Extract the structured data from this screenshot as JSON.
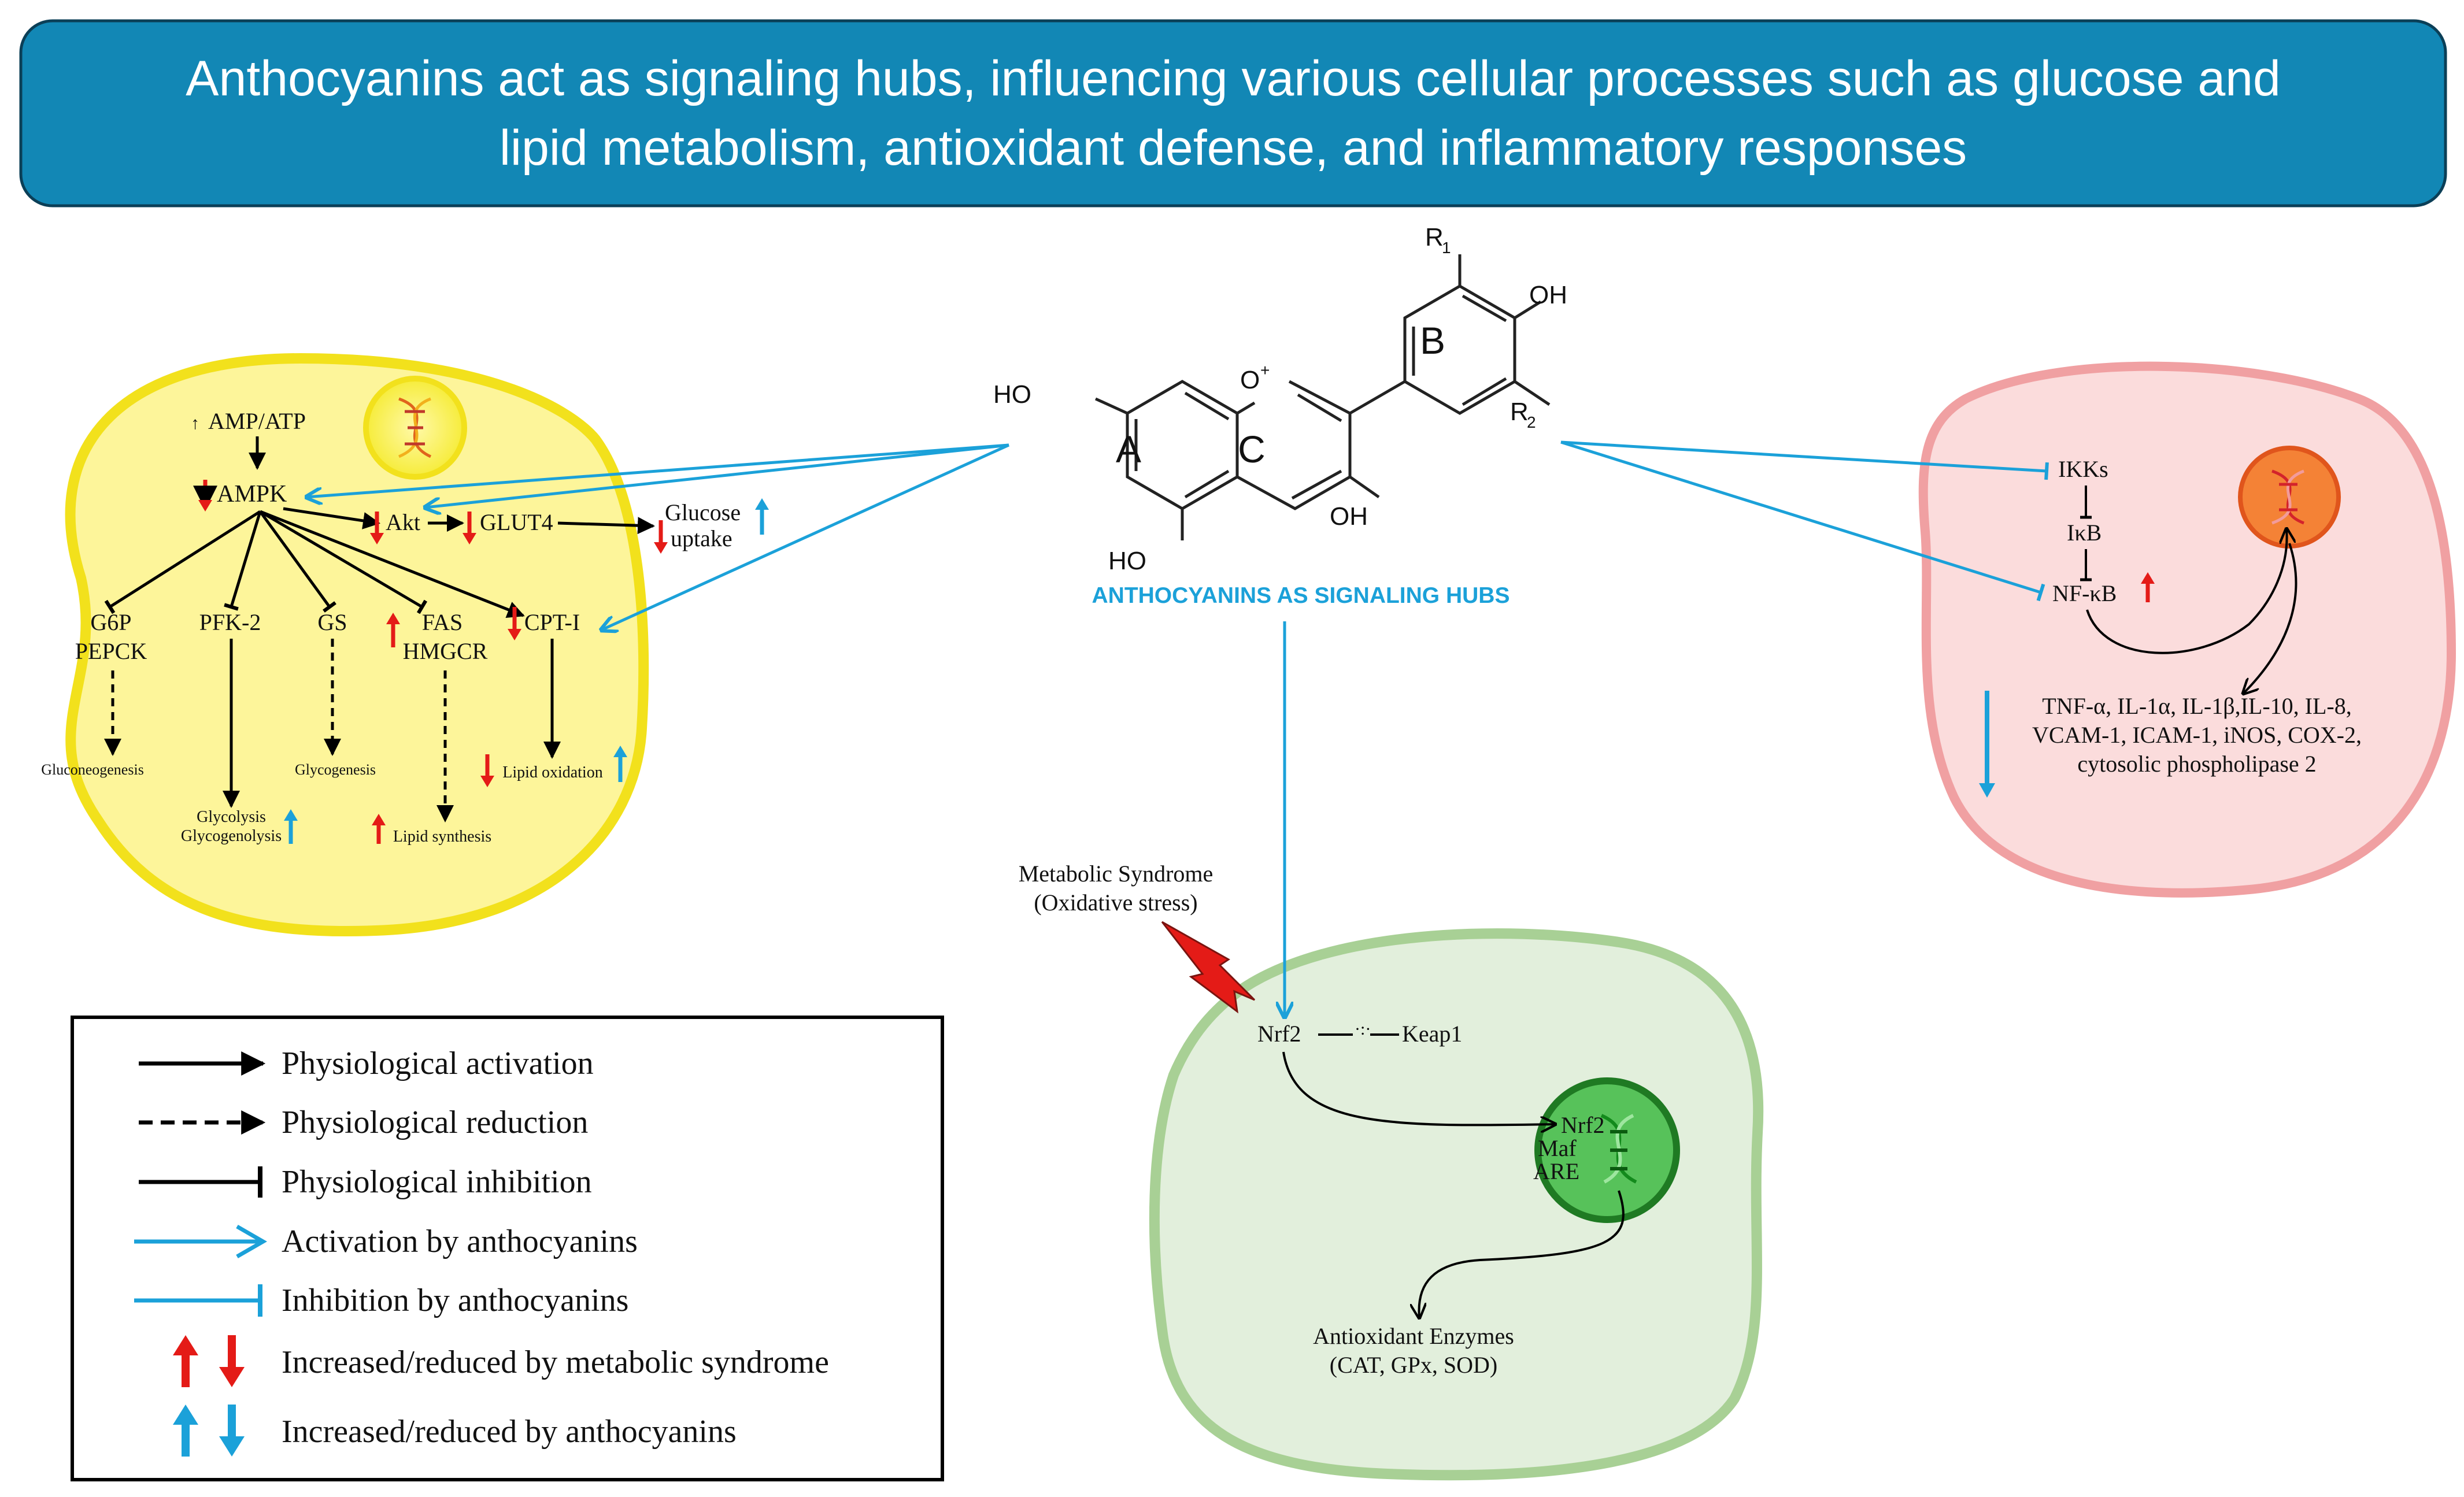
{
  "title": {
    "line1": "Anthocyanins act as signaling hubs, influencing various cellular processes such as glucose and",
    "line2": "lipid metabolism, antioxidant defense, and inflammatory responses"
  },
  "molecule": {
    "r1": "R",
    "r1_sub": "1",
    "r2": "R",
    "r2_sub": "2",
    "ring_a": "A",
    "ring_b": "B",
    "ring_c": "C",
    "oxonium": "O",
    "oxonium_charge": "+",
    "oh_b": "OH",
    "oh_c": "OH",
    "ho_a7": "HO",
    "ho_a5": "HO",
    "hub_label": "ANTHOCYANINS AS SIGNALING HUBS"
  },
  "yellow_cell": {
    "amp_atp": "AMP/ATP",
    "amp_atp_arrow": "↑",
    "ampk": "AMPK",
    "akt": "Akt",
    "glut4": "GLUT4",
    "glucose": "Glucose",
    "uptake": "uptake",
    "g6p": "G6P",
    "pepck": "PEPCK",
    "pfk2": "PFK-2",
    "gs": "GS",
    "fas": "FAS",
    "hmgcr": "HMGCR",
    "cpt1": "CPT-I",
    "gluconeogenesis": "Gluconeogenesis",
    "glycolysis": "Glycolysis",
    "glycogenolysis": "Glycogenolysis",
    "glycogenesis": "Glycogenesis",
    "lipid_synthesis": "Lipid synthesis",
    "lipid_oxidation": "Lipid oxidation"
  },
  "red_cell": {
    "ikks": "IKKs",
    "ikb": "IκB",
    "nfkb": "NF-κB",
    "cytokines_line1": "TNF-α, IL-1α, IL-1β,IL-10, IL-8,",
    "cytokines_line2": "VCAM-1, ICAM-1, iNOS, COX-2,",
    "cytokines_line3": "cytosolic phospholipase 2"
  },
  "green_cell": {
    "stress_line1": "Metabolic Syndrome",
    "stress_line2": "(Oxidative stress)",
    "nrf2": "Nrf2",
    "keap1": "Keap1",
    "nucleus_nrf2": "Nrf2",
    "nucleus_maf": "Maf",
    "nucleus_are": "ARE",
    "enzymes_line1": "Antioxidant Enzymes",
    "enzymes_line2": "(CAT, GPx, SOD)"
  },
  "legend": {
    "items": [
      {
        "label": "Physiological activation"
      },
      {
        "label": "Physiological reduction"
      },
      {
        "label": "Physiological inhibition"
      },
      {
        "label": "Activation by anthocyanins"
      },
      {
        "label": "Inhibition by anthocyanins"
      },
      {
        "label": "Increased/reduced by metabolic syndrome"
      },
      {
        "label": "Increased/reduced by anthocyanins"
      }
    ]
  },
  "colors": {
    "title_bg": "#1287B5",
    "anthocyanin_blue": "#1BA1D9",
    "metabolic_red": "#E41B17",
    "yellow_cell": "#FDF59A",
    "yellow_border": "#F2E11C",
    "red_cell": "#FBDCDC",
    "red_border": "#F0A0A2",
    "green_cell": "#E2EFDC",
    "green_border": "#A8D095"
  }
}
